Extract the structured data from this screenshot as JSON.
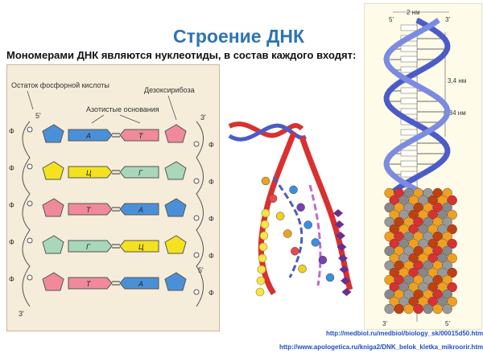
{
  "title": "Строение ДНК",
  "subtitle": "Мономерами ДНК являются нуклеотиды, в состав каждого входят:",
  "left_diagram": {
    "label_phosphate": "Остаток фосфорной кислоты",
    "label_sugar": "Дезоксирибоза",
    "label_bases": "Азотистые основания",
    "phi": "Ф",
    "end_5": "5'",
    "end_3": "3'",
    "pairs": [
      {
        "left": "А",
        "right": "Т",
        "left_color": "#4a90d9",
        "right_color": "#f08a9a"
      },
      {
        "left": "Ц",
        "right": "Г",
        "left_color": "#f4e220",
        "right_color": "#a8d8b9"
      },
      {
        "left": "Т",
        "right": "А",
        "left_color": "#f08a9a",
        "right_color": "#4a90d9"
      },
      {
        "left": "Г",
        "right": "Ц",
        "left_color": "#a8d8b9",
        "right_color": "#f4e220"
      },
      {
        "left": "Т",
        "right": "А",
        "left_color": "#f08a9a",
        "right_color": "#4a90d9"
      }
    ]
  },
  "right_diagram": {
    "width_label": "2 нм",
    "pitch_label": "3,4 нм",
    "step_label": "0,34 нм",
    "end_5": "5'",
    "end_3": "3'"
  },
  "links": [
    "http://medbiol.ru/medbiol/biology_sk/00015d50.htm",
    "http://www.apologetica.ru/kniga2/DNK_belok_kletka_mikroorir.html"
  ],
  "colors": {
    "title": "#2e74b5",
    "link": "#1f4fbf",
    "panel_bg": "#f5ecd9",
    "strand_red": "#d93030",
    "helix_blue": "#4b5bc8"
  }
}
